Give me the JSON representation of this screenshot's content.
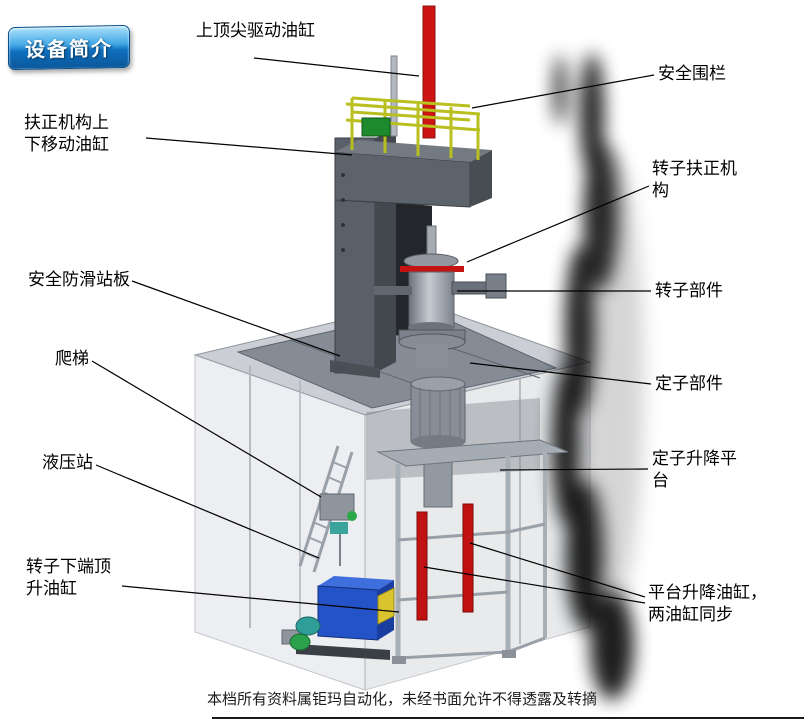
{
  "page": {
    "badge_label": "设备简介",
    "watermark": "本档所有资料属钜玛自动化，未经书面允许不得透露及转摘"
  },
  "colors": {
    "badge_blue": "#1b7fd4",
    "cylinder_red": "#cc1512",
    "fence_yellow": "#b9bf1e",
    "hydraulic_blue": "#2458c8",
    "frame_gray": "#868d97"
  },
  "labels": [
    {
      "id": "top-center-drive-cylinder",
      "text": "上顶尖驱动油缸"
    },
    {
      "id": "safety-fence",
      "text": "安全围栏"
    },
    {
      "id": "centering-mechanism-lift-cylinder",
      "text": "扶正机构上下移动油缸"
    },
    {
      "id": "rotor-centering-mechanism",
      "text": "转子扶正机构"
    },
    {
      "id": "anti-slip-standing-plate",
      "text": "安全防滑站板"
    },
    {
      "id": "rotor-part",
      "text": "转子部件"
    },
    {
      "id": "ladder",
      "text": "爬梯"
    },
    {
      "id": "stator-part",
      "text": "定子部件"
    },
    {
      "id": "hydraulic-station",
      "text": "液压站"
    },
    {
      "id": "stator-lift-platform",
      "text": "定子升降平台"
    },
    {
      "id": "rotor-bottom-jack-cylinder",
      "text": "转子下端顶升油缸"
    },
    {
      "id": "platform-lift-cylinders",
      "text": "平台升降油缸，两油缸同步"
    }
  ]
}
